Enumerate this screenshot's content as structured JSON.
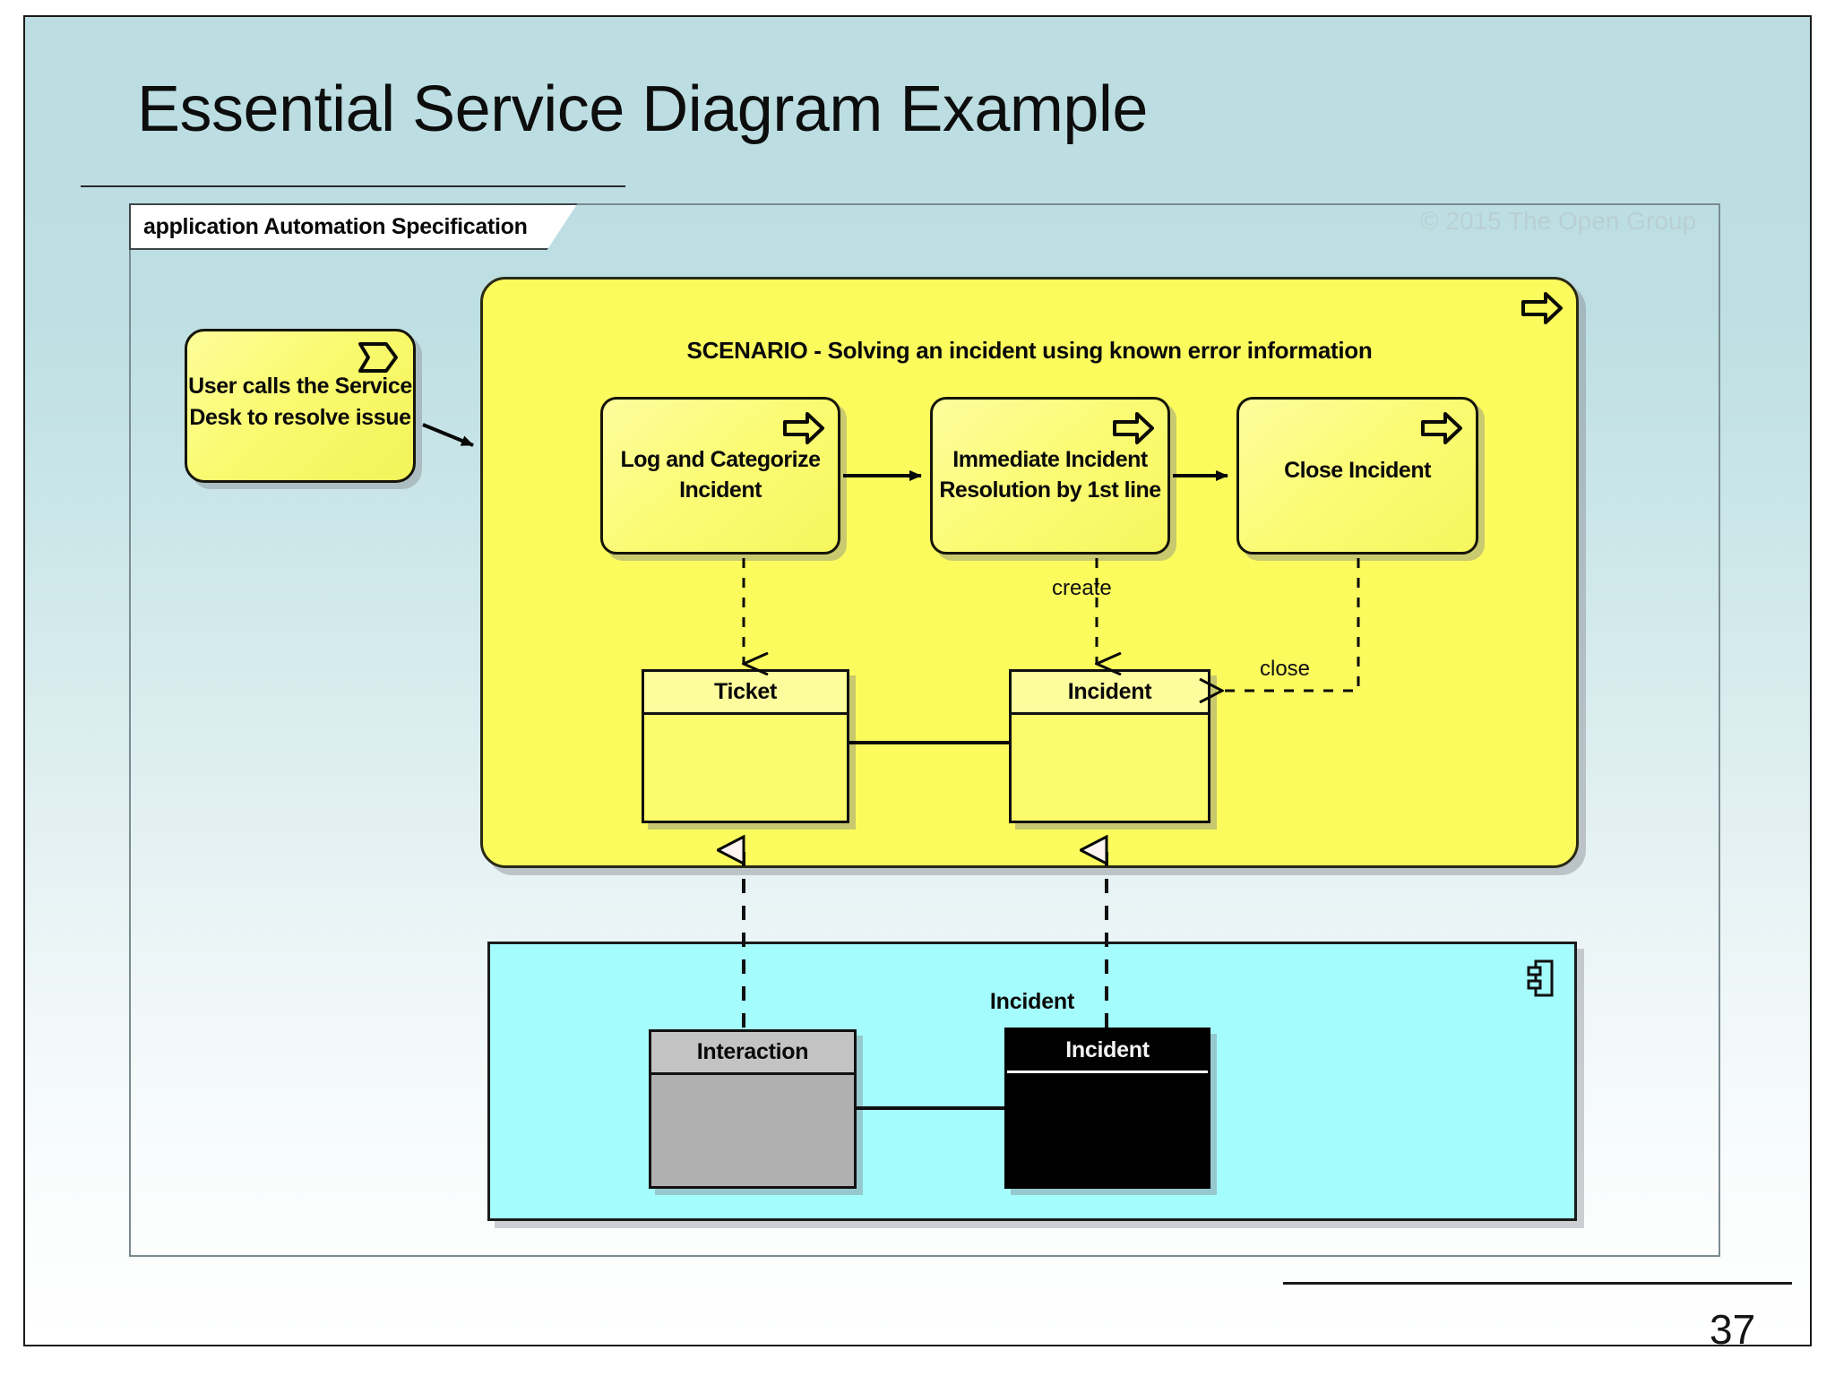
{
  "slide": {
    "title": "Essential Service Diagram Example",
    "page_number": "37",
    "copyright": "© 2015 The Open Group"
  },
  "diagram": {
    "frame_label": "application Automation Specification",
    "event_node": {
      "label": "User calls the Service Desk to resolve issue",
      "line1": "User calls the Service",
      "line2": "Desk to resolve issue",
      "icon": "event-flag-icon"
    },
    "scenario": {
      "title": "SCENARIO - Solving an incident using known error information",
      "icon": "process-arrow-icon",
      "processes": [
        {
          "line1": "Log and Categorize",
          "line2": "Incident",
          "icon": "process-arrow-icon"
        },
        {
          "line1": "Immediate Incident",
          "line2": "Resolution by 1st line",
          "icon": "process-arrow-icon"
        },
        {
          "line1": "Close Incident",
          "line2": "",
          "icon": "process-arrow-icon"
        }
      ],
      "classes": [
        {
          "name": "Ticket"
        },
        {
          "name": "Incident"
        }
      ],
      "edge_labels": {
        "create": "create",
        "close": "close"
      }
    },
    "component": {
      "label": "Incident",
      "icon": "component-icon",
      "classes": [
        {
          "name": "Interaction"
        },
        {
          "name": "Incident"
        }
      ]
    }
  },
  "colors": {
    "background_top": "#bcdee2",
    "background_bottom": "#ffffff",
    "scenario_fill": "#fbfb5e",
    "node_fill": "#fafa70",
    "component_fill": "#a5fcfc",
    "interaction_fill": "#b0b0b0",
    "incident_impl_fill": "#000000"
  }
}
